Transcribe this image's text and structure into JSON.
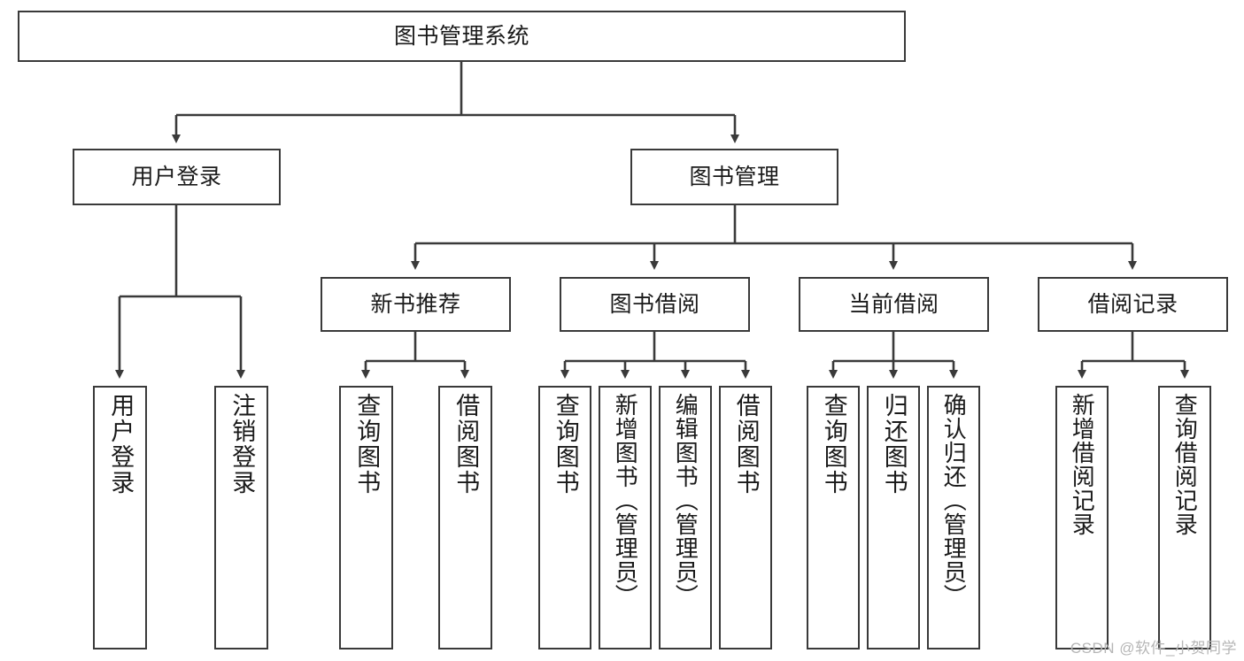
{
  "diagram": {
    "type": "tree",
    "title": "图书管理系统",
    "watermark": "CSDN @软件_小贺同学",
    "colors": {
      "stroke": "#3a3a3a",
      "fill": "#ffffff",
      "text": "#1a1a1a",
      "watermark": "#b6b6b6"
    },
    "nodes": {
      "root": {
        "label": "图书管理系统"
      },
      "level1": [
        {
          "id": "user-login",
          "label": "用户登录"
        },
        {
          "id": "book-management",
          "label": "图书管理"
        }
      ],
      "level2": [
        {
          "id": "new-book-recommend",
          "label": "新书推荐"
        },
        {
          "id": "book-borrow",
          "label": "图书借阅"
        },
        {
          "id": "current-borrow",
          "label": "当前借阅"
        },
        {
          "id": "borrow-record",
          "label": "借阅记录"
        }
      ],
      "leaves": {
        "user-login": [
          {
            "id": "leaf-user-login",
            "label": "用户登录"
          },
          {
            "id": "leaf-logout-login",
            "label": "注销登录"
          }
        ],
        "new-book-recommend": [
          {
            "id": "leaf-query-book-1",
            "label": "查询图书"
          },
          {
            "id": "leaf-borrow-book-1",
            "label": "借阅图书"
          }
        ],
        "book-borrow": [
          {
            "id": "leaf-query-book-2",
            "label": "查询图书"
          },
          {
            "id": "leaf-add-book",
            "label": "新增图书（管理员）"
          },
          {
            "id": "leaf-edit-book",
            "label": "编辑图书（管理员）"
          },
          {
            "id": "leaf-borrow-book-2",
            "label": "借阅图书"
          }
        ],
        "current-borrow": [
          {
            "id": "leaf-query-book-3",
            "label": "查询图书"
          },
          {
            "id": "leaf-return-book",
            "label": "归还图书"
          },
          {
            "id": "leaf-confirm-return",
            "label": "确认归还（管理员）"
          }
        ],
        "borrow-record": [
          {
            "id": "leaf-add-record",
            "label": "新增借阅记录"
          },
          {
            "id": "leaf-query-record",
            "label": "查询借阅记录"
          }
        ]
      }
    }
  }
}
